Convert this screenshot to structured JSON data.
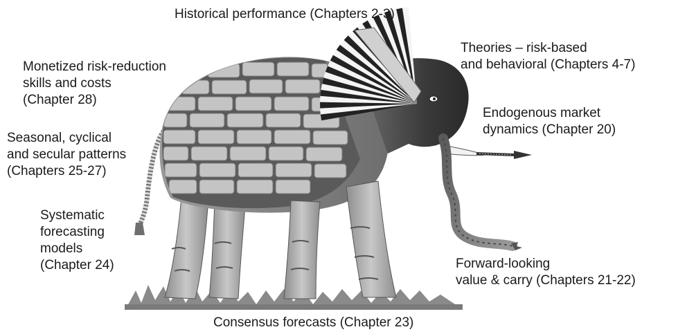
{
  "diagram": {
    "labels": {
      "historical": "Historical performance (Chapters 2-3)",
      "theories": "Theories – risk-based\nand behavioral (Chapters 4-7)",
      "monetized": "Monetized risk-reduction\nskills and costs\n(Chapter 28)",
      "endogenous": "Endogenous market\ndynamics (Chapter 20)",
      "seasonal": "Seasonal, cyclical\nand secular patterns\n(Chapters 25-27)",
      "systematic": "Systematic\nforecasting\nmodels\n(Chapter 24)",
      "forward": "Forward-looking\nvalue & carry (Chapters 21-22)",
      "consensus": "Consensus forecasts (Chapter 23)"
    }
  },
  "colors": {
    "text": "#1a1a1a",
    "stone_light": "#c4c4c4",
    "stone_mid": "#9a9a9a",
    "mortar": "#5a5a5a",
    "head_dark": "#3f3f3f",
    "fan": "#222222",
    "grass": "#8a8a8a"
  }
}
